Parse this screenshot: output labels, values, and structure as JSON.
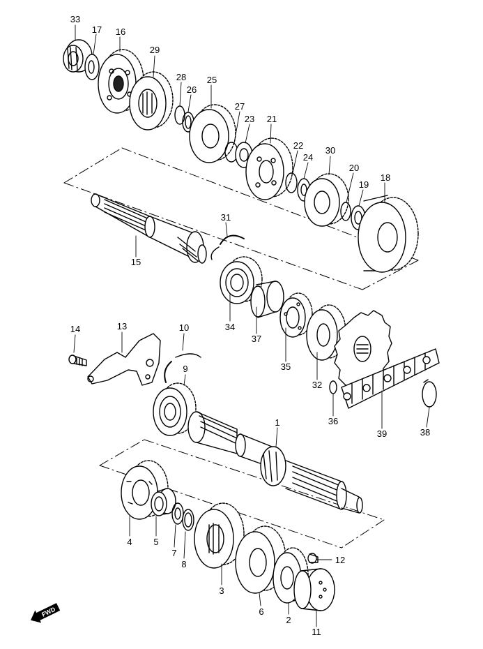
{
  "labels": {
    "p33": "33",
    "p17": "17",
    "p16": "16",
    "p29": "29",
    "p28": "28",
    "p26": "26",
    "p25": "25",
    "p27": "27",
    "p23": "23",
    "p21": "21",
    "p22": "22",
    "p24": "24",
    "p30": "30",
    "p20": "20",
    "p19": "19",
    "p18": "18",
    "p31": "31",
    "p15": "15",
    "p34": "34",
    "p37": "37",
    "p35": "35",
    "p32": "32",
    "p36": "36",
    "p39": "39",
    "p38": "38",
    "p14": "14",
    "p13": "13",
    "p10": "10",
    "p9": "9",
    "p1": "1",
    "p4": "4",
    "p5": "5",
    "p7": "7",
    "p8": "8",
    "p3": "3",
    "p12": "12",
    "p6": "6",
    "p2": "2",
    "p11": "11"
  },
  "fwd_label": "FWD",
  "colors": {
    "line": "#000000",
    "paper": "#ffffff"
  }
}
